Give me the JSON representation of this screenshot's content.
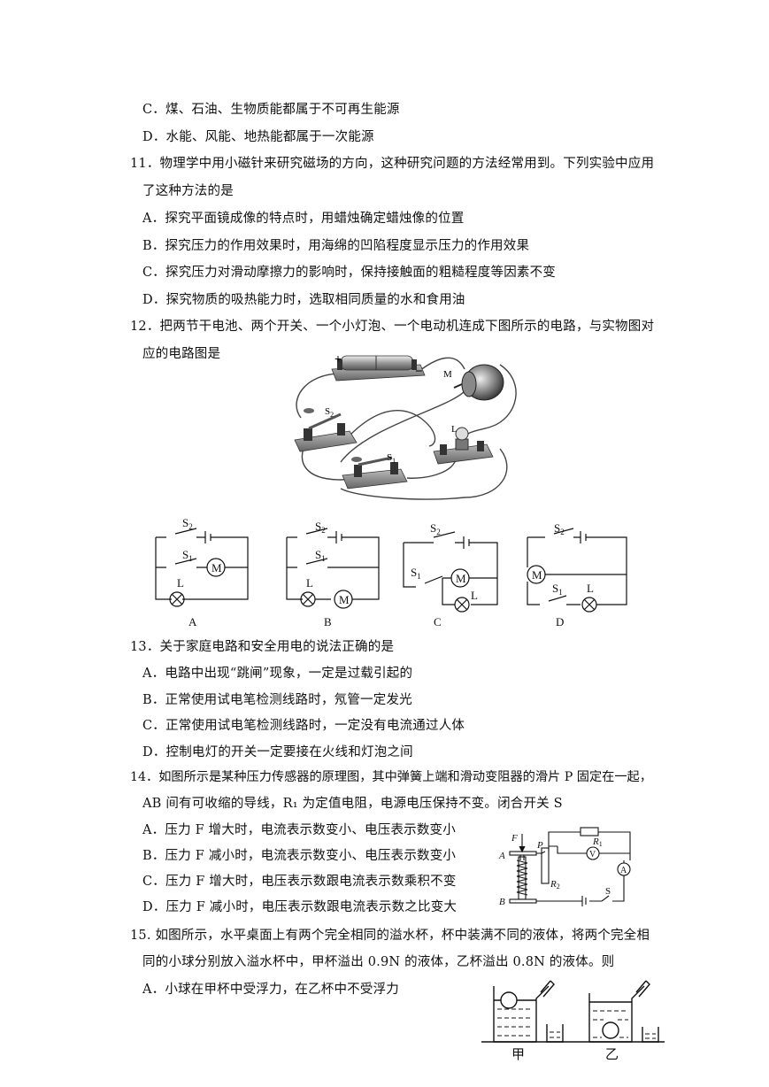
{
  "q10": {
    "optC": "C．煤、石油、生物质能都属于不可再生能源",
    "optD": "D．水能、风能、地热能都属于一次能源"
  },
  "q11": {
    "stem1": "11．物理学中用小磁针来研究磁场的方向，这种研究问题的方法经常用到。下列实验中应用",
    "stem2": "了这种方法的是",
    "optA": "A．探究平面镜成像的特点时，用蜡烛确定蜡烛像的位置",
    "optB": "B．探究压力的作用效果时，用海绵的凹陷程度显示压力的作用效果",
    "optC": "C．探究压力对滑动摩擦力的影响时，保持接触面的粗糙程度等因素不变",
    "optD": "D．探究物质的吸热能力时，选取相同质量的水和食用油"
  },
  "q12": {
    "stem1": "12．把两节干电池、两个开关、一个小灯泡、一个电动机连成下图所示的电路，与实物图对",
    "stem2": "应的电路图是",
    "photo_labels": {
      "plus": "+",
      "minus": "−",
      "motor": "M",
      "s2": "S",
      "s2sub": "2",
      "s1": "S",
      "s1sub": "1",
      "lamp": "L"
    },
    "circuits": [
      {
        "caption": "A",
        "s2": "S",
        "s2sub": "2",
        "s1": "S",
        "s1sub": "1",
        "lamp": "L",
        "motor": "M"
      },
      {
        "caption": "B",
        "s2": "S",
        "s2sub": "2",
        "s1": "S",
        "s1sub": "1",
        "lamp": "L",
        "motor": "M"
      },
      {
        "caption": "C",
        "s2": "S",
        "s2sub": "2",
        "s1": "S",
        "s1sub": "1",
        "lamp": "L",
        "motor": "M"
      },
      {
        "caption": "D",
        "s2": "S",
        "s2sub": "2",
        "s1": "S",
        "s1sub": "1",
        "lamp": "L",
        "motor": "M"
      }
    ]
  },
  "q13": {
    "stem": "13．关于家庭电路和安全用电的说法正确的是",
    "optA": "A．电路中出现“跳闸”现象，一定是过载引起的",
    "optB": "B．正常使用试电笔检测线路时，氖管一定发光",
    "optC": "C．正常使用试电笔检测线路时，一定没有电流通过人体",
    "optD": "D．控制电灯的开关一定要接在火线和灯泡之间"
  },
  "q14": {
    "stem1": "14．如图所示是某种压力传感器的原理图，其中弹簧上端和滑动变阻器的滑片 P 固定在一起，",
    "stem2": "AB 间有可收缩的导线，R₁ 为定值电阻，电源电压保持不变。闭合开关 S",
    "optA": "A．压力 F 增大时，电流表示数变小、电压表示数变小",
    "optB": "B．压力 F 减小时，电流表示数变小、电压表示数变小",
    "optC": "C．压力 F 增大时，电压表示数跟电流表示数乘积不变",
    "optD": "D．压力 F 减小时，电压表示数跟电流表示数之比变大",
    "diagram": {
      "F": "F",
      "A": "A",
      "P": "P",
      "R1": "R",
      "R1sub": "1",
      "R2": "R",
      "R2sub": "2",
      "V": "V",
      "Am": "A",
      "B": "B",
      "S": "S"
    }
  },
  "q15": {
    "stem1": "15.  如图所示，水平桌面上有两个完全相同的溢水杯，杯中装满不同的液体，将两个完全相",
    "stem2": "同的小球分别放入溢水杯中，甲杯溢出 0.9N 的液体，乙杯溢出 0.8N 的液体。则",
    "optA": "A．小球在甲杯中受浮力，在乙杯中不受浮力",
    "label_jia": "甲",
    "label_yi": "乙"
  }
}
